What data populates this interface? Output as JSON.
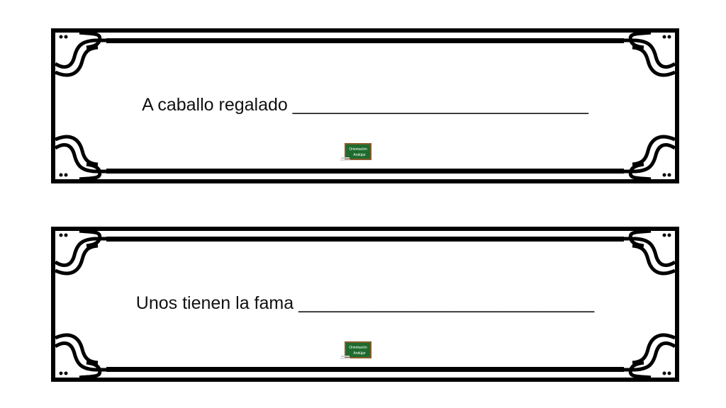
{
  "cards": [
    {
      "phrase": "A caballo regalado",
      "blank": "______________________________"
    },
    {
      "phrase": "Unos tienen la fama",
      "blank": "______________________________"
    }
  ],
  "logo": {
    "text": "Orientación Andújar",
    "board_color": "#1f6b2e"
  },
  "colors": {
    "frame": "#000000",
    "background": "#ffffff"
  }
}
